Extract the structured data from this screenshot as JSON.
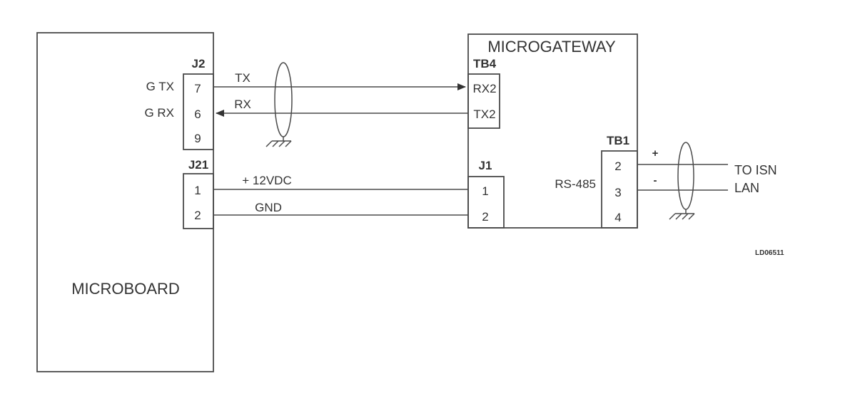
{
  "microboard": {
    "title": "MICROBOARD",
    "j2": {
      "label": "J2",
      "pins": [
        "7",
        "6",
        "9"
      ],
      "signals": [
        "G TX",
        "G RX"
      ]
    },
    "j21": {
      "label": "J21",
      "pins": [
        "1",
        "2"
      ]
    }
  },
  "microgateway": {
    "title": "MICROGATEWAY",
    "tb4": {
      "label": "TB4",
      "pins": [
        "RX2",
        "TX2"
      ]
    },
    "j1": {
      "label": "J1",
      "pins": [
        "1",
        "2"
      ]
    },
    "tb1": {
      "label": "TB1",
      "pins": [
        "2",
        "3",
        "4"
      ],
      "interface": "RS-485"
    }
  },
  "wires": {
    "tx": "TX",
    "rx": "RX",
    "power": "+ 12VDC",
    "gnd": "GND",
    "plus": "+",
    "minus": "-"
  },
  "destination": {
    "line1": "TO ISN",
    "line2": "LAN"
  },
  "figure_id": "LD06511"
}
